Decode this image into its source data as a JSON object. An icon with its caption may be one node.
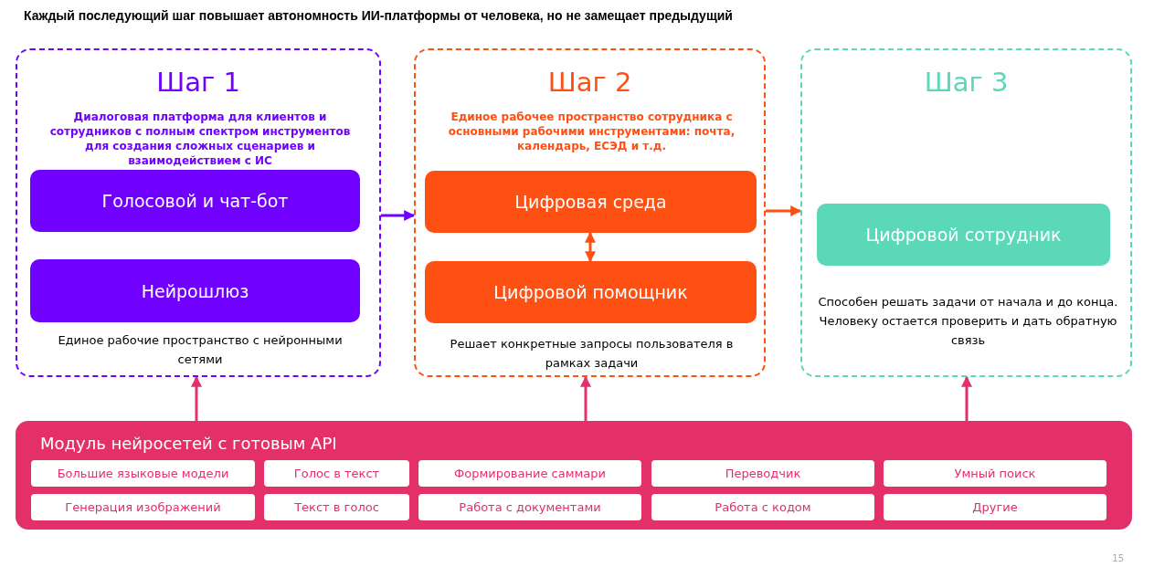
{
  "diagram": {
    "title": "Каждый последующий шаг повышает автономность ИИ-платформы от человека, но не замещает предыдущий",
    "nodes": [
      {
        "text": [
          "Шаг 1",
          "Диалоговая платформа для клиентов и сотрудников с полным спектром инструментов для создания сложных сценариев и взаимодействием с ИС",
          "Единое рабочие пространство с нейронными сетями"
        ]
      },
      {
        "text": [
          "Голосовой и чат-бот"
        ],
        "in": 0
      },
      {
        "text": [
          "Нейрошлюз"
        ],
        "in": 0
      },
      {
        "text": [
          "Шаг 2",
          "Единое рабочее пространство сотрудника с основными рабочими инструментами: почта, календарь, ЕСЭД и т.д.",
          "Решает конкретные запросы пользователя в рамках задачи"
        ]
      },
      {
        "text": [
          "Цифровая среда"
        ],
        "in": 3
      },
      {
        "text": [
          "Цифровой помощник"
        ],
        "in": 3
      },
      {
        "text": [
          "Шаг 3",
          "Способен решать задачи от начала и до конца. Человеку остается проверить и дать обратную связь"
        ]
      },
      {
        "text": [
          "Цифровой сотрудник"
        ],
        "in": 6
      },
      {
        "text": [
          "Модуль нейросетей с готовым API"
        ]
      },
      {
        "text": [
          "Большие языковые модели"
        ],
        "in": 8
      },
      {
        "text": [
          "Голос в текст"
        ],
        "in": 8
      },
      {
        "text": [
          "Формирование саммари"
        ],
        "in": 8
      },
      {
        "text": [
          "Переводчик"
        ],
        "in": 8
      },
      {
        "text": [
          "Умный поиск"
        ],
        "in": 8
      },
      {
        "text": [
          "Генерация изображений"
        ],
        "in": 8
      },
      {
        "text": [
          "Текст в голос"
        ],
        "in": 8
      },
      {
        "text": [
          "Работа с документами"
        ],
        "in": 8
      },
      {
        "text": [
          "Работа с кодом"
        ],
        "in": 8
      },
      {
        "text": [
          "Другие"
        ],
        "in": 8
      }
    ],
    "edges": [
      {
        "from": 0,
        "to": 3,
        "arrow": "to",
        "color": "#7000ff"
      },
      {
        "from": 3,
        "to": 6,
        "arrow": "to",
        "color": "#ff5014"
      },
      {
        "from": 4,
        "to": 5,
        "arrow": "both",
        "color": "#ff5014"
      },
      {
        "from": 8,
        "to": 0,
        "arrow": "to",
        "color": "#e33069"
      },
      {
        "from": 8,
        "to": 3,
        "arrow": "to",
        "color": "#e33069"
      },
      {
        "from": 8,
        "to": 6,
        "arrow": "to",
        "color": "#e33069"
      }
    ],
    "labels": [
      "15"
    ]
  }
}
